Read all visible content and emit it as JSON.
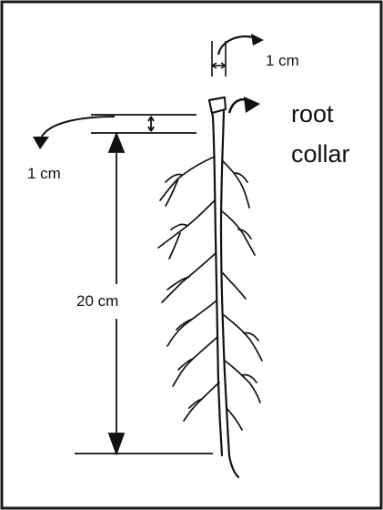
{
  "labels": {
    "top_width": "1 cm",
    "collar_height": "1 cm",
    "root_length": "20 cm",
    "root_collar_line1": "root",
    "root_collar_line2": "collar"
  },
  "colors": {
    "ink": "#111111",
    "background": "#ffffff",
    "frame": "#1a1a1a"
  }
}
